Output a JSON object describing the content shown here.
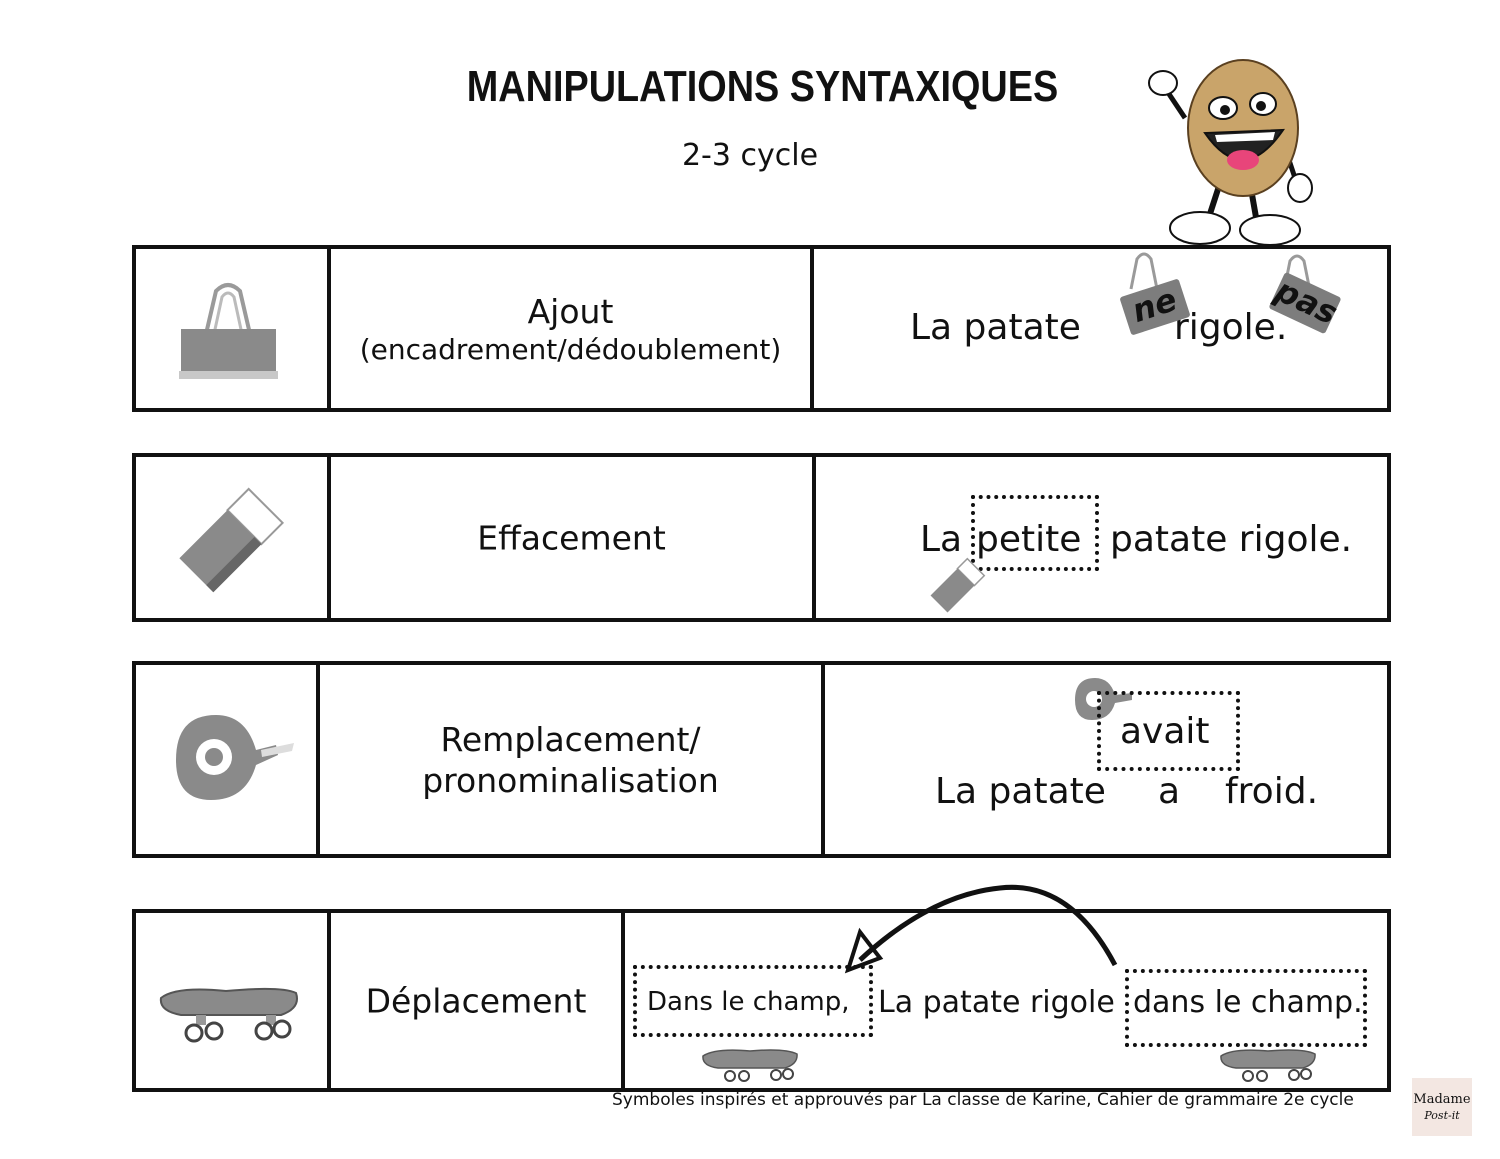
{
  "header": {
    "title": "MANIPULATIONS SYNTAXIQUES",
    "subtitle": "2-3 cycle"
  },
  "rows": [
    {
      "icon": "binder-clip-icon",
      "label": "Ajout",
      "label_note": "(encadrement/dédoublement)",
      "example_start": "La patate",
      "example_end": "rigole.",
      "added_words": [
        "ne",
        "pas"
      ]
    },
    {
      "icon": "eraser-icon",
      "label": "Effacement",
      "example_start": "La",
      "erased_word": "petite",
      "example_end": "patate rigole."
    },
    {
      "icon": "tape-dispenser-icon",
      "label_line1": "Remplacement/",
      "label_line2": "pronominalisation",
      "replacement_word": "avait",
      "example_start": "La patate",
      "replaced_word": "a",
      "example_end": "froid."
    },
    {
      "icon": "skateboard-icon",
      "label": "Déplacement",
      "moved_to": "Dans le champ,",
      "example_middle": "La patate rigole",
      "moved_from": "dans le champ."
    }
  ],
  "footer": {
    "credit": "Symboles inspirés et approuvés par La classe de Karine, Cahier de grammaire 2e cycle",
    "logo_line1": "Madame",
    "logo_line2": "Post-it"
  },
  "colors": {
    "border": "#111111",
    "icon_gray": "#8a8a8a",
    "potato": "#c9a46a",
    "mouth": "#e8457a"
  }
}
